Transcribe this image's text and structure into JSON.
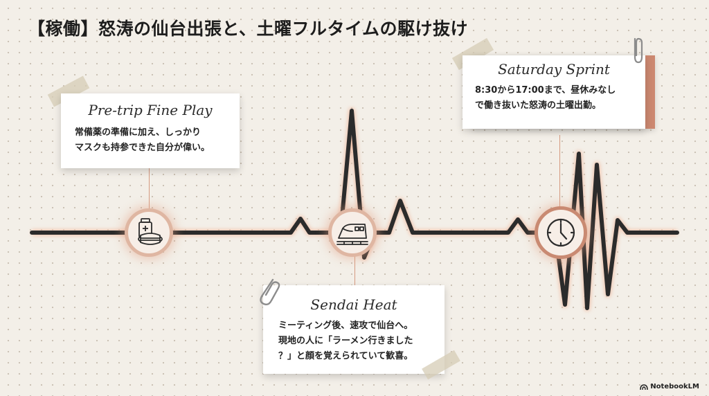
{
  "title": "【稼働】怒涛の仙台出張と、土曜フルタイムの駆け抜け",
  "cards": [
    {
      "heading": "Pre-trip Fine Play",
      "lines": [
        "常備薬の準備に加え、しっかり",
        "マスクも持参できた自分が偉い。"
      ],
      "icon": "medicine-mask-icon"
    },
    {
      "heading": "Sendai Heat",
      "lines": [
        "ミーティング後、速攻で仙台へ。",
        "現地の人に「ラーメン行きました",
        "？」と顔を覚えられていて歓喜。"
      ],
      "icon": "bullet-train-icon"
    },
    {
      "heading": "Saturday Sprint",
      "lines": [
        "8:30から17:00まで、昼休みなし",
        "で働き抜いた怒涛の土曜出勤。"
      ],
      "icon": "clock-icon"
    }
  ],
  "branding": "NotebookLM",
  "colors": {
    "accent": "#cc8870",
    "line": "#2b2b2b",
    "background": "#f3efe8"
  }
}
